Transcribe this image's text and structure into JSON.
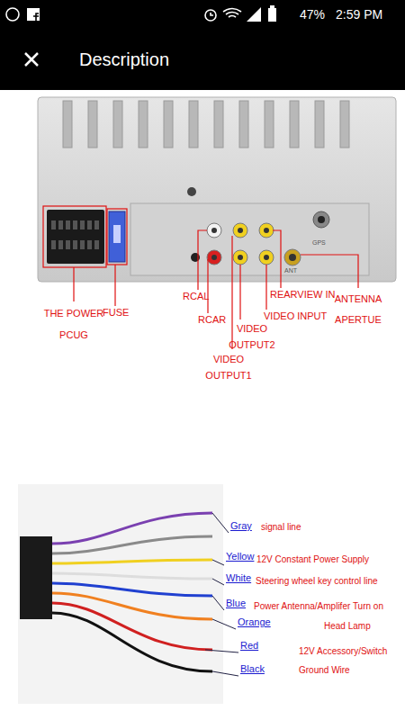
{
  "diagram": {
    "title": "Description",
    "labels": [
      "47%",
      "2:59 PM",
      "GPS",
      "ANT",
      "THE POWER PCUG",
      "FUSE",
      "RCAL",
      "RCAR",
      "VIDEO OUTPUT2",
      "VIDEO OUTPUT1",
      "REARVIEW IN",
      "VIDEO INPUT",
      "ANTENNA APERTUE",
      "Gray",
      "signal line",
      "Yellow",
      "12V Constant Power Supply",
      "White",
      "Steering wheel key control line",
      "Blue",
      "Power Antenna/Amplifer Turn on",
      "Orange",
      "Head Lamp",
      "Red",
      "12V Accessory/Switch",
      "Black",
      "Ground Wire"
    ]
  }
}
